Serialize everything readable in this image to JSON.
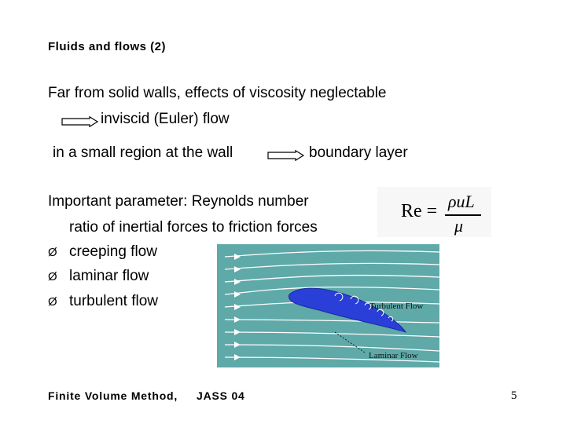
{
  "slide": {
    "title": "Fluids and flows (2)",
    "line1": "Far from solid walls, effects of viscosity neglectable",
    "line2": "inviscid (Euler) flow",
    "line3a": "in a small region at the wall",
    "line3b": "boundary layer",
    "line4": "Important parameter: Reynolds number",
    "line5": "ratio of inertial forces to friction forces",
    "bullets": [
      "creeping flow",
      "laminar flow",
      "turbulent flow"
    ],
    "bullet_marker": "Ø"
  },
  "formula": {
    "lhs": "Re =",
    "numerator": "ρuL",
    "denominator": "μ"
  },
  "figure": {
    "label_turbulent": "Turbulent Flow",
    "label_laminar": "Laminar Flow",
    "background_color": "#5aa8a8",
    "airfoil_color": "#2a3fd8"
  },
  "footer": {
    "left": "Finite Volume Method,",
    "middle": "JASS 04",
    "page_number": "5"
  }
}
